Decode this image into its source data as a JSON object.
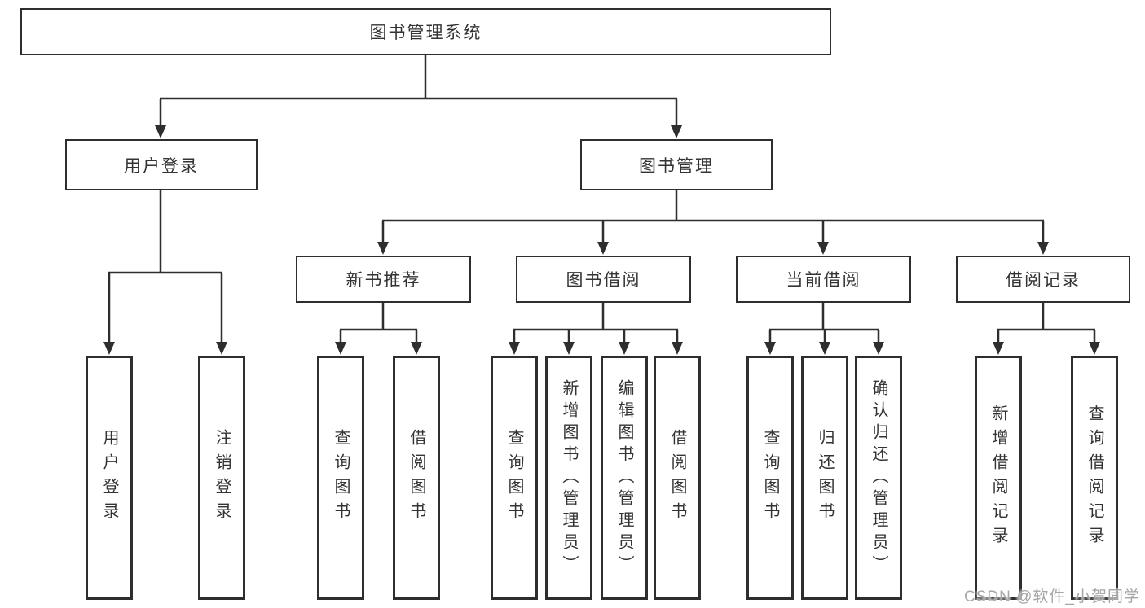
{
  "diagram_type": "tree",
  "tree": {
    "label": "图书管理系统",
    "children": [
      {
        "label": "用户登录",
        "children": [
          {
            "label": "用户登录"
          },
          {
            "label": "注销登录"
          }
        ]
      },
      {
        "label": "图书管理",
        "children": [
          {
            "label": "新书推荐",
            "children": [
              {
                "label": "查询图书"
              },
              {
                "label": "借阅图书"
              }
            ]
          },
          {
            "label": "图书借阅",
            "children": [
              {
                "label": "查询图书"
              },
              {
                "label": "新增图书（管理员）"
              },
              {
                "label": "编辑图书（管理员）"
              },
              {
                "label": "借阅图书"
              }
            ]
          },
          {
            "label": "当前借阅",
            "children": [
              {
                "label": "查询图书"
              },
              {
                "label": "归还图书"
              },
              {
                "label": "确认归还（管理员）"
              }
            ]
          },
          {
            "label": "借阅记录",
            "children": [
              {
                "label": "新增借阅记录"
              },
              {
                "label": "查询借阅记录"
              }
            ]
          }
        ]
      }
    ]
  },
  "watermark": {
    "text": "CSDN @软件_小贺同学"
  },
  "colors": {
    "line": "#2e2e2e",
    "box_border": "#2e2e2e",
    "box_fill": "#ffffff",
    "text": "#333333",
    "background": "#ffffff",
    "watermark": "#a6a6a6"
  }
}
